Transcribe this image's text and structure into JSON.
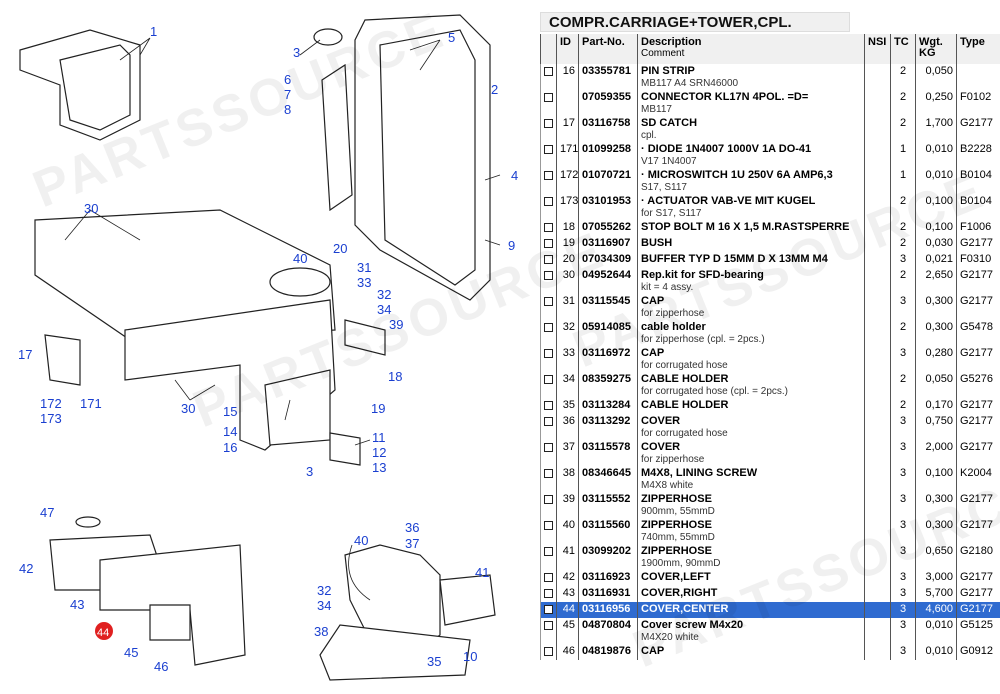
{
  "watermark": "PARTSSOURCE",
  "diagram": {
    "callouts": [
      "1",
      "3",
      "5",
      "6",
      "7",
      "8",
      "2",
      "4",
      "9",
      "30",
      "20",
      "40",
      "31",
      "33",
      "32",
      "34",
      "39",
      "17",
      "172",
      "173",
      "171",
      "18",
      "19",
      "30",
      "15",
      "14",
      "16",
      "11",
      "12",
      "13",
      "3",
      "47",
      "42",
      "43",
      "44",
      "45",
      "46",
      "36",
      "37",
      "40",
      "41",
      "32",
      "34",
      "38",
      "35",
      "10"
    ],
    "highlight_color": "#e02020"
  },
  "panel": {
    "title": "COMPR.CARRIAGE+TOWER,CPL.",
    "columns": {
      "id": "ID",
      "part": "Part-No.",
      "desc": "Description",
      "comment": "Comment",
      "nsi": "NSI",
      "tc": "TC",
      "wgt": "Wgt.",
      "kg": "KG",
      "type": "Type"
    },
    "selected_color": "#2f6bd0",
    "rows": [
      {
        "id": "16",
        "part": "03355781",
        "desc": "PIN STRIP",
        "comment": "MB117 A4 SRN46000",
        "tc": "2",
        "wgt": "0,050",
        "type": ""
      },
      {
        "id": "",
        "part": "07059355",
        "desc": "CONNECTOR KL17N 4POL. =D=",
        "comment": "MB117",
        "tc": "2",
        "wgt": "0,250",
        "type": "F0102"
      },
      {
        "id": "17",
        "part": "03116758",
        "desc": "SD CATCH",
        "comment": "cpl.",
        "tc": "2",
        "wgt": "1,700",
        "type": "G2177"
      },
      {
        "id": "171",
        "part": "01099258",
        "desc": "· DIODE 1N4007 1000V 1A DO-41",
        "comment": "V17 1N4007",
        "tc": "1",
        "wgt": "0,010",
        "type": "B2228"
      },
      {
        "id": "172",
        "part": "01070721",
        "desc": "· MICROSWITCH 1U 250V 6A AMP6,3",
        "comment": "S17, S117",
        "tc": "1",
        "wgt": "0,010",
        "type": "B0104"
      },
      {
        "id": "173",
        "part": "03101953",
        "desc": "· ACTUATOR VAB-VE MIT KUGEL",
        "comment": "for S17, S117",
        "tc": "2",
        "wgt": "0,100",
        "type": "B0104"
      },
      {
        "id": "18",
        "part": "07055262",
        "desc": "STOP BOLT M 16 X 1,5 M.RASTSPERRE",
        "comment": "",
        "tc": "2",
        "wgt": "0,100",
        "type": "F1006"
      },
      {
        "id": "19",
        "part": "03116907",
        "desc": "BUSH",
        "comment": "",
        "tc": "2",
        "wgt": "0,030",
        "type": "G2177"
      },
      {
        "id": "20",
        "part": "07034309",
        "desc": "BUFFER TYP D 15MM D X 13MM M4",
        "comment": "",
        "tc": "3",
        "wgt": "0,021",
        "type": "F0310"
      },
      {
        "id": "30",
        "part": "04952644",
        "desc": "Rep.kit for SFD-bearing",
        "comment": "kit = 4 assy.",
        "tc": "2",
        "wgt": "2,650",
        "type": "G2177"
      },
      {
        "id": "31",
        "part": "03115545",
        "desc": "CAP",
        "comment": "for zipperhose",
        "tc": "3",
        "wgt": "0,300",
        "type": "G2177"
      },
      {
        "id": "32",
        "part": "05914085",
        "desc": "cable holder",
        "comment": "for zipperhose (cpl. = 2pcs.)",
        "tc": "2",
        "wgt": "0,300",
        "type": "G5478"
      },
      {
        "id": "33",
        "part": "03116972",
        "desc": "CAP",
        "comment": "for corrugated hose",
        "tc": "3",
        "wgt": "0,280",
        "type": "G2177"
      },
      {
        "id": "34",
        "part": "08359275",
        "desc": "CABLE HOLDER",
        "comment": "for corrugated hose (cpl. = 2pcs.)",
        "tc": "2",
        "wgt": "0,050",
        "type": "G5276"
      },
      {
        "id": "35",
        "part": "03113284",
        "desc": "CABLE HOLDER",
        "comment": "",
        "tc": "2",
        "wgt": "0,170",
        "type": "G2177"
      },
      {
        "id": "36",
        "part": "03113292",
        "desc": "COVER",
        "comment": "for corrugated hose",
        "tc": "3",
        "wgt": "0,750",
        "type": "G2177"
      },
      {
        "id": "37",
        "part": "03115578",
        "desc": "COVER",
        "comment": "for zipperhose",
        "tc": "3",
        "wgt": "2,000",
        "type": "G2177"
      },
      {
        "id": "38",
        "part": "08346645",
        "desc": "M4X8, LINING SCREW",
        "comment": "M4X8 white",
        "tc": "3",
        "wgt": "0,100",
        "type": "K2004"
      },
      {
        "id": "39",
        "part": "03115552",
        "desc": "ZIPPERHOSE",
        "comment": "900mm, 55mmD",
        "tc": "3",
        "wgt": "0,300",
        "type": "G2177"
      },
      {
        "id": "40",
        "part": "03115560",
        "desc": "ZIPPERHOSE",
        "comment": "740mm, 55mmD",
        "tc": "3",
        "wgt": "0,300",
        "type": "G2177"
      },
      {
        "id": "41",
        "part": "03099202",
        "desc": "ZIPPERHOSE",
        "comment": "1900mm, 90mmD",
        "tc": "3",
        "wgt": "0,650",
        "type": "G2180"
      },
      {
        "id": "42",
        "part": "03116923",
        "desc": "COVER,LEFT",
        "comment": "",
        "tc": "3",
        "wgt": "3,000",
        "type": "G2177"
      },
      {
        "id": "43",
        "part": "03116931",
        "desc": "COVER,RIGHT",
        "comment": "",
        "tc": "3",
        "wgt": "5,700",
        "type": "G2177"
      },
      {
        "id": "44",
        "part": "03116956",
        "desc": "COVER,CENTER",
        "comment": "",
        "tc": "3",
        "wgt": "4,600",
        "type": "G2177",
        "selected": true
      },
      {
        "id": "45",
        "part": "04870804",
        "desc": "Cover screw M4x20",
        "comment": "M4X20 white",
        "tc": "3",
        "wgt": "0,010",
        "type": "G5125"
      },
      {
        "id": "46",
        "part": "04819876",
        "desc": "CAP",
        "comment": "",
        "tc": "3",
        "wgt": "0,010",
        "type": "G0912"
      }
    ]
  }
}
